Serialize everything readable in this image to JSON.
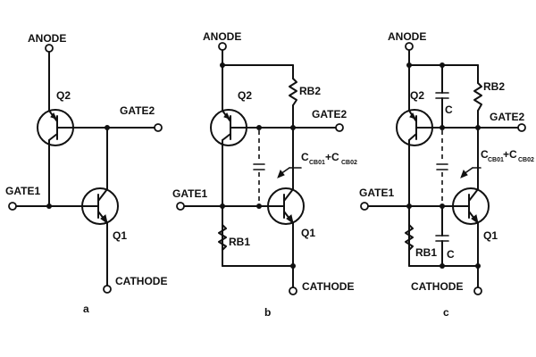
{
  "labels": {
    "anode": "ANODE",
    "cathode": "CATHODE",
    "gate1": "GATE1",
    "gate2": "GATE2",
    "q1": "Q1",
    "q2": "Q2",
    "rb1": "RB1",
    "rb2": "RB2",
    "c": "C",
    "ccb_main": "C",
    "ccb01_sub": "CB01",
    "ccb_plus": "+C",
    "ccb02_sub": "CB02"
  },
  "captions": {
    "a": "a",
    "b": "b",
    "c": "c"
  }
}
